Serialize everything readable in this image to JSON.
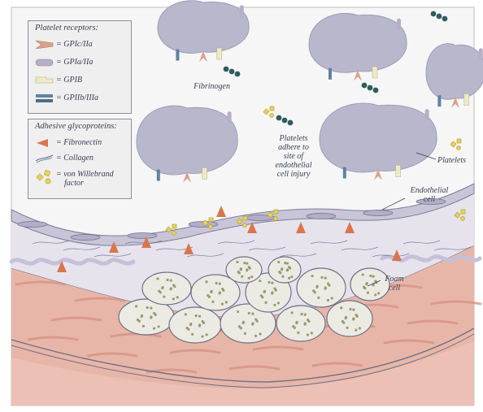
{
  "legend_receptors": {
    "title": "Platelet receptors:",
    "items": [
      {
        "label": "= GPIc/IIa",
        "icon": "gpic-iia-receptor-icon",
        "color": "#d9a489"
      },
      {
        "label": "= GPIa/IIa",
        "icon": "gpia-iia-receptor-icon",
        "color": "#b7afc8"
      },
      {
        "label": "= GPIB",
        "icon": "gpib-receptor-icon",
        "color": "#ecebc6"
      },
      {
        "label": "= GPIIb/IIIa",
        "icon": "gpiib-iiia-receptor-icon",
        "color": "#5e84a0"
      }
    ]
  },
  "legend_glyco": {
    "title": "Adhesive glycoproteins:",
    "items": [
      {
        "label": "= Fibronectin",
        "icon": "fibronectin-icon",
        "color": "#d8764e"
      },
      {
        "label": "= Collagen",
        "icon": "collagen-icon",
        "color": "#5c6790"
      },
      {
        "label": "= von Willebrand",
        "label2": "factor",
        "icon": "von-willebrand-factor-icon",
        "color": "#e5d25a"
      }
    ]
  },
  "labels": {
    "fibrinogen": "Fibrinogen",
    "platelets_adhere": [
      "Platelets",
      "adhere to",
      "site of",
      "endothelial",
      "cell injury"
    ],
    "platelets": "Platelets",
    "endothelial_cell": [
      "Endothelial",
      "cell"
    ],
    "foam_cell": [
      "Foam",
      "cell"
    ]
  },
  "colors": {
    "platelet": "#b9b7cc",
    "platelet_edge": "#9f9db6",
    "intima": "#e6e2ea",
    "endothelium": "#c8c4d6",
    "muscle": "#e8b6a8",
    "muscle_stripe": "#d99585",
    "foam_fill": "#ecebe3",
    "foam_dot": "#9a9a73",
    "fibrinogen": "#2f5c5e",
    "vwf": "#e5d25a"
  }
}
